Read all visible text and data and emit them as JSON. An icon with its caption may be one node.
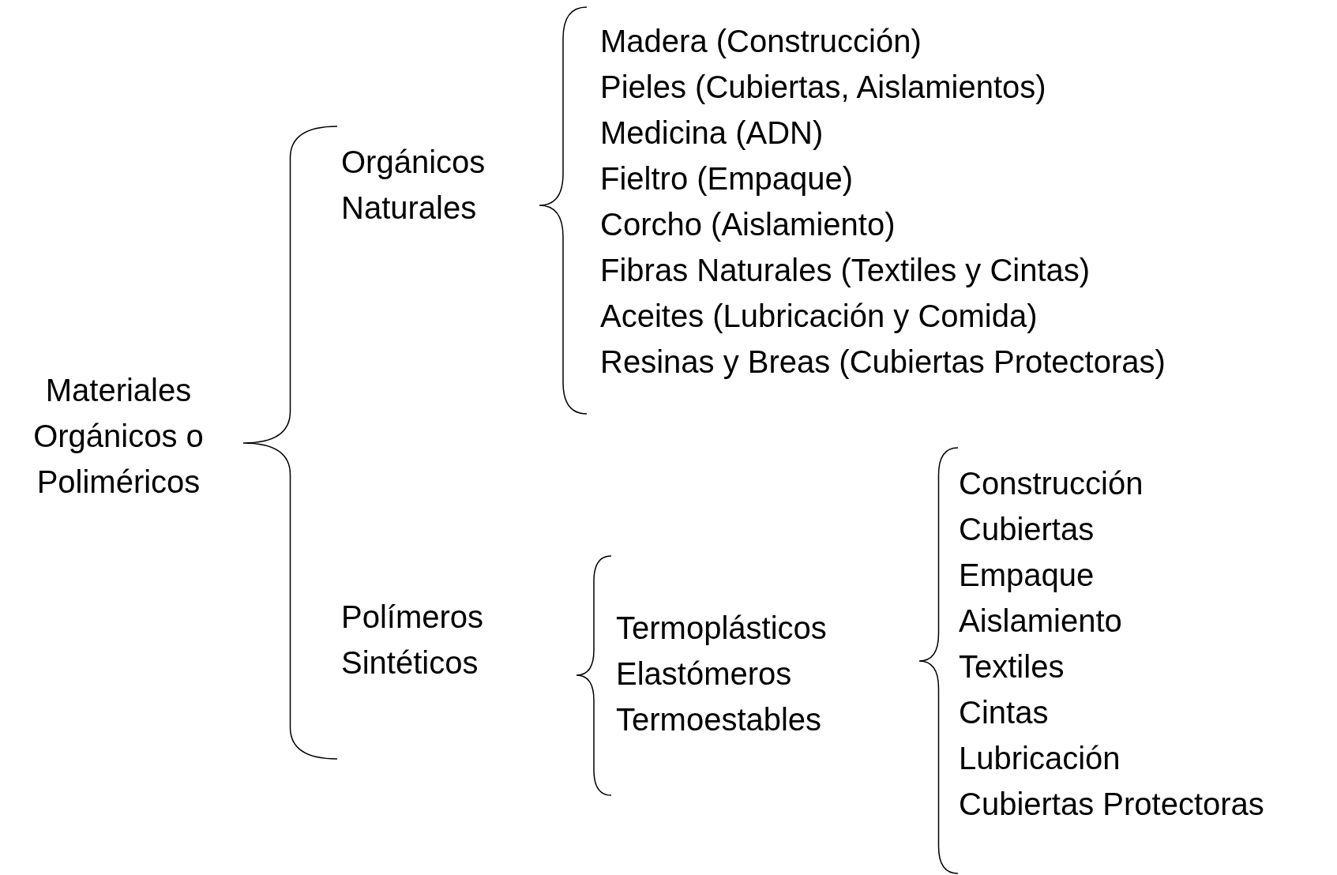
{
  "diagram": {
    "labels": [
      "Materiales Orgánicos o Poliméricos",
      "Orgánicos Naturales",
      "Madera (Construcción)",
      "Pieles (Cubiertas, Aislamientos)",
      "Medicina (ADN)",
      "Fieltro (Empaque)",
      "Corcho (Aislamiento)",
      "Fibras Naturales (Textiles y Cintas)",
      "Aceites (Lubricación y Comida)",
      "Resinas y Breas (Cubiertas Protectoras)",
      "Polímeros Sintéticos",
      "Termoplásticos",
      "Elastómeros",
      "Termoestables",
      "Construcción",
      "Cubiertas",
      "Empaque",
      "Aislamiento",
      "Textiles",
      "Cintas",
      "Lubricación",
      "Cubiertas Protectoras"
    ]
  }
}
